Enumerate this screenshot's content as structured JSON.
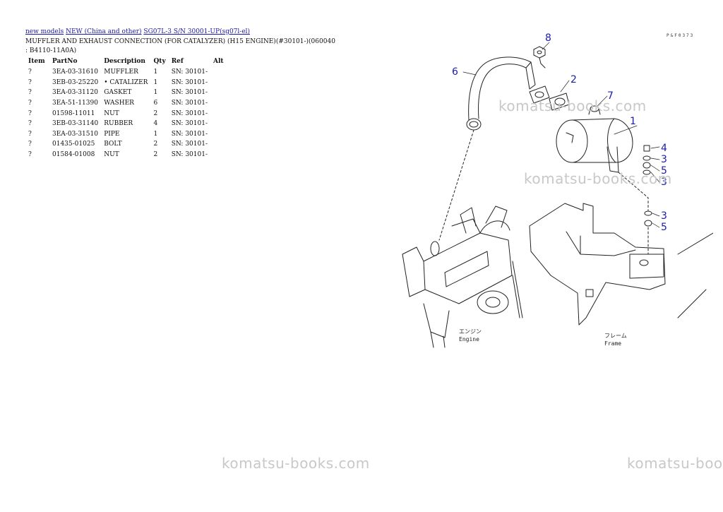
{
  "breadcrumb": [
    {
      "label": "new models"
    },
    {
      "label": "NEW (China and other)"
    },
    {
      "label": "SG07L-3 S/N 30001-UP(sg07l-el)"
    }
  ],
  "page_title": "MUFFLER AND EXHAUST CONNECTION (FOR CATALYZER) (H15 ENGINE)(#30101-)(060040 : B4110-11A0A)",
  "table": {
    "headers": {
      "item": "Item",
      "partno": "PartNo",
      "description": "Description",
      "qty": "Qty",
      "ref": "Ref",
      "alt": "Alt"
    },
    "rows": [
      {
        "item": "?",
        "partno": "3EA-03-31610",
        "description": "MUFFLER",
        "qty": "1",
        "ref": "SN: 30101-"
      },
      {
        "item": "?",
        "partno": "3EB-03-25220",
        "description": "• CATALIZER",
        "qty": "1",
        "ref": "SN: 30101-"
      },
      {
        "item": "?",
        "partno": "3EA-03-31120",
        "description": "GASKET",
        "qty": "1",
        "ref": "SN: 30101-"
      },
      {
        "item": "?",
        "partno": "3EA-51-11390",
        "description": "WASHER",
        "qty": "6",
        "ref": "SN: 30101-"
      },
      {
        "item": "?",
        "partno": "01598-11011",
        "description": "NUT",
        "qty": "2",
        "ref": "SN: 30101-"
      },
      {
        "item": "?",
        "partno": "3EB-03-31140",
        "description": "RUBBER",
        "qty": "4",
        "ref": "SN: 30101-"
      },
      {
        "item": "?",
        "partno": "3EA-03-31510",
        "description": "PIPE",
        "qty": "1",
        "ref": "SN: 30101-"
      },
      {
        "item": "?",
        "partno": "01435-01025",
        "description": "BOLT",
        "qty": "2",
        "ref": "SN: 30101-"
      },
      {
        "item": "?",
        "partno": "01584-01008",
        "description": "NUT",
        "qty": "2",
        "ref": "SN: 30101-"
      }
    ]
  },
  "drawing": {
    "code": "P&F0373",
    "callouts": [
      "8",
      "6",
      "2",
      "7",
      "1",
      "4",
      "3",
      "5",
      "3",
      "3",
      "5"
    ],
    "engine_jp": "エンジン",
    "engine_en": "Engine",
    "frame_jp": "フレーム",
    "frame_en": "Frame"
  },
  "watermark": "komatsu-books.com",
  "colors": {
    "link": "#1a1aa8",
    "callout": "#1a1ab0",
    "watermark": "#c8c8c8"
  }
}
